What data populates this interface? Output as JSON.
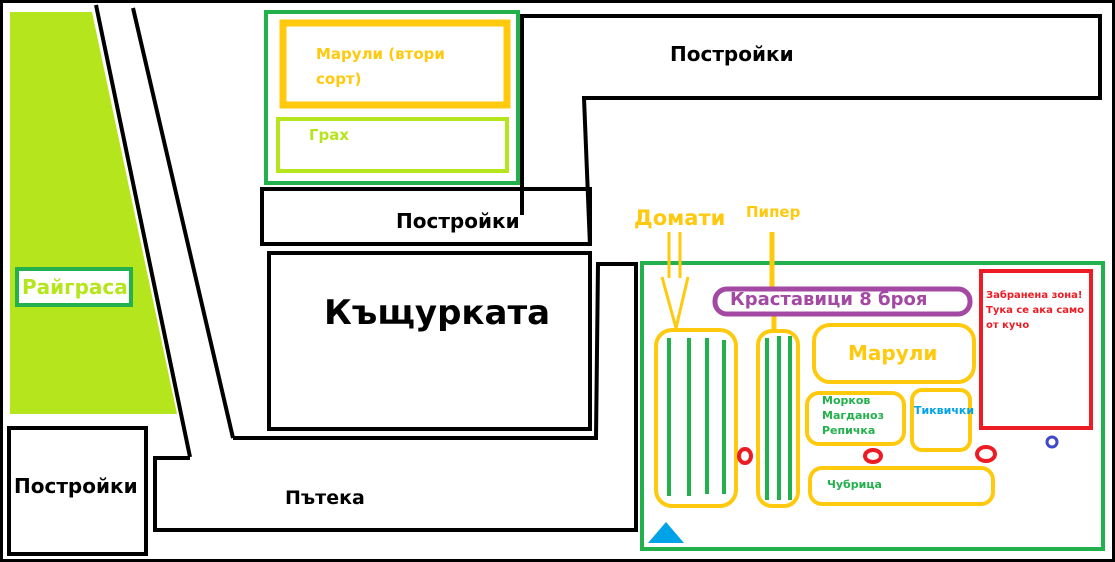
{
  "colors": {
    "black": "#000000",
    "green": "#22b14c",
    "lime": "#b5e61d",
    "yellow": "#ffc90e",
    "purple": "#a349a4",
    "red": "#ed1c24",
    "blue": "#3f48cc",
    "cyan": "#00a2e8"
  },
  "labels": {
    "buildings_top": "Постройки",
    "buildings_mid": "Постройки",
    "buildings_left": "Постройки",
    "house": "Къщурката",
    "path": "Пътека",
    "ryegrass": "Райграса",
    "lettuce_second_line1": "Марули (втори",
    "lettuce_second_line2": "сорт)",
    "peas": "Грах",
    "tomatoes": "Домати",
    "pepper": "Пипер",
    "cucumbers": "Краставици 8 броя",
    "lettuce": "Марули",
    "carrot": "Морков",
    "parsley": "Магданоз",
    "radish": "Репичка",
    "zucchini": "Тиквички",
    "savory": "Чубрица",
    "forbidden_line1": "Забранена зона!",
    "forbidden_line2": "Тука се ака само",
    "forbidden_line3": "от кучо"
  }
}
